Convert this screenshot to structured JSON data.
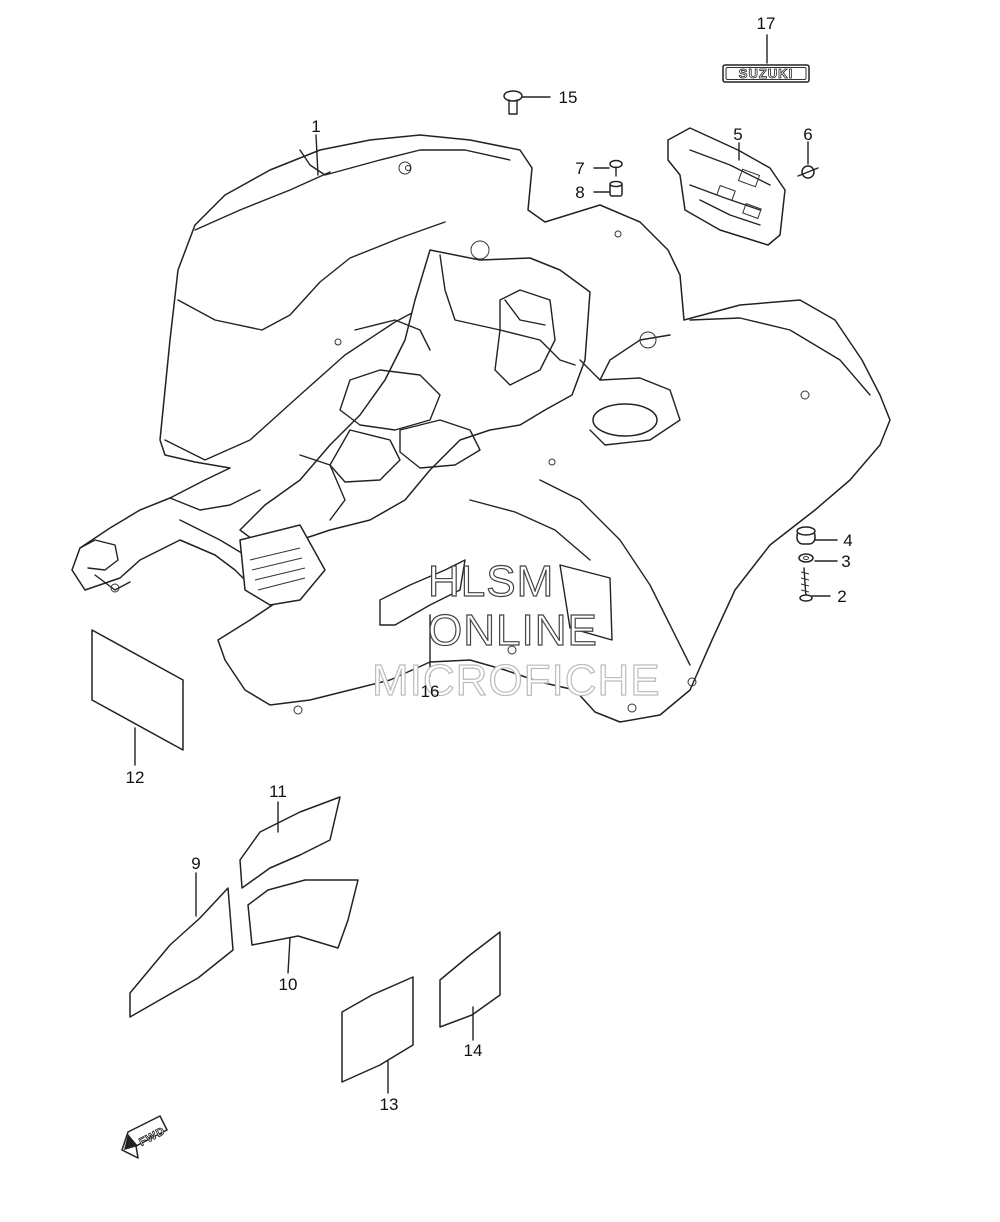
{
  "diagram": {
    "callouts": [
      {
        "id": "1",
        "label": "1"
      },
      {
        "id": "2",
        "label": "2"
      },
      {
        "id": "3",
        "label": "3"
      },
      {
        "id": "4",
        "label": "4"
      },
      {
        "id": "5",
        "label": "5"
      },
      {
        "id": "6",
        "label": "6"
      },
      {
        "id": "7",
        "label": "7"
      },
      {
        "id": "8",
        "label": "8"
      },
      {
        "id": "9",
        "label": "9"
      },
      {
        "id": "10",
        "label": "10"
      },
      {
        "id": "11",
        "label": "11"
      },
      {
        "id": "12",
        "label": "12"
      },
      {
        "id": "13",
        "label": "13"
      },
      {
        "id": "14",
        "label": "14"
      },
      {
        "id": "15",
        "label": "15"
      },
      {
        "id": "16",
        "label": "16"
      },
      {
        "id": "17",
        "label": "17"
      }
    ],
    "emblem_text": "SUZUKI",
    "direction_badge": "FWD",
    "watermark": [
      "HLSM",
      "ONLINE",
      "MICROFICHE"
    ]
  }
}
